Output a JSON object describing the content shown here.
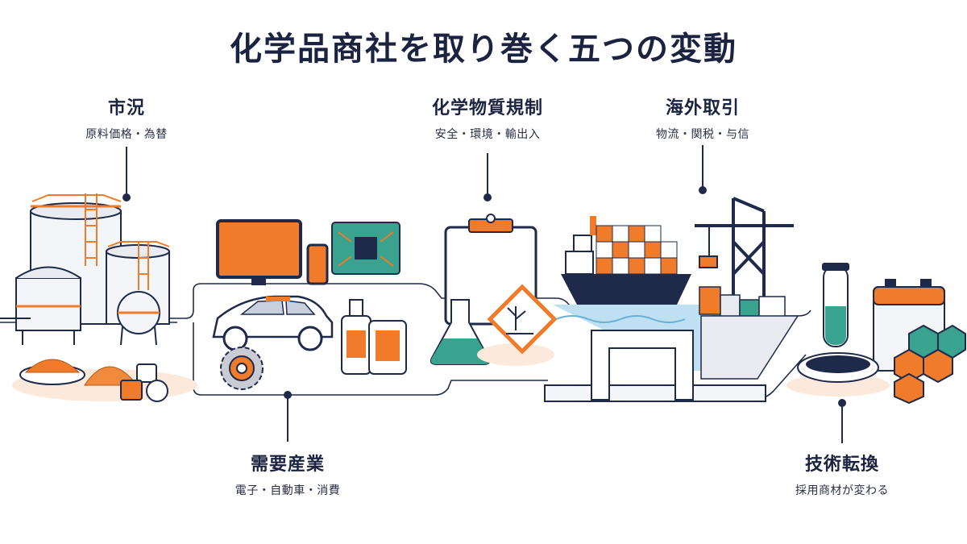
{
  "title": "化学品商社を取り巻く五つの変動",
  "factors": [
    {
      "heading": "市況",
      "sub": "原料価格・為替"
    },
    {
      "heading": "需要産業",
      "sub": "電子・自動車・消費"
    },
    {
      "heading": "化学物質規制",
      "sub": "安全・環境・輸出入"
    },
    {
      "heading": "海外取引",
      "sub": "物流・関税・与信"
    },
    {
      "heading": "技術転換",
      "sub": "採用商材が変わる"
    }
  ],
  "colors": {
    "navy": "#1f2a4a",
    "orange": "#f07b2a",
    "teal": "#3aa38f",
    "light_blue": "#bfe0f2"
  }
}
